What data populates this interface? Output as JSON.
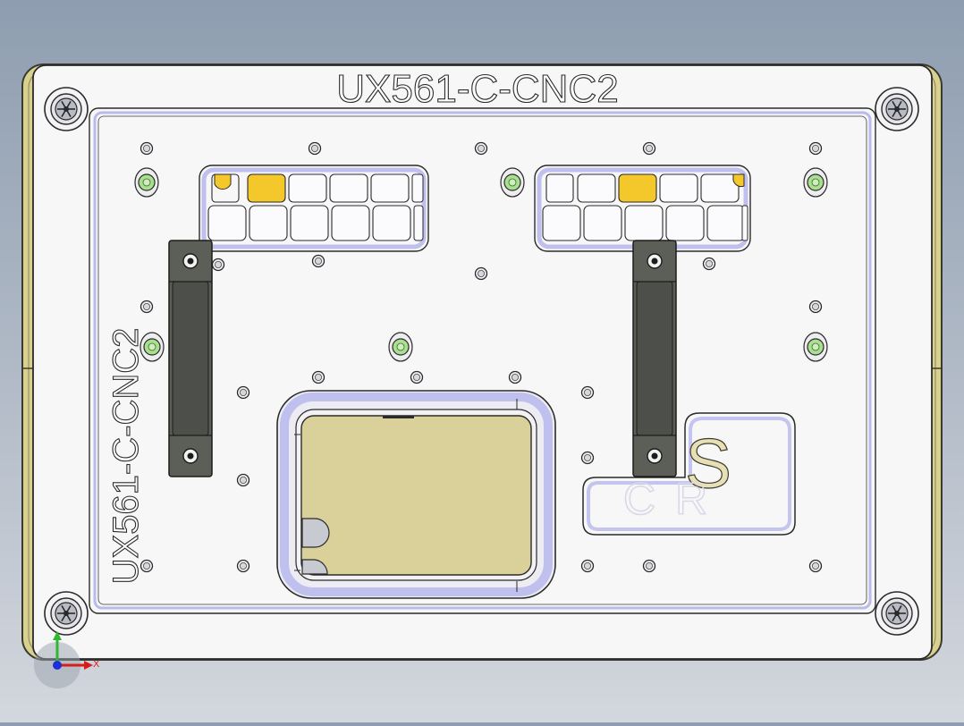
{
  "part": {
    "engraving_top": "UX561-C-CNC2",
    "engraving_left": "UX561-C-CNC2",
    "engraving_logo": "S"
  },
  "triad": {
    "x_label": "X",
    "axis_colors": {
      "x": "#d81b1b",
      "y": "#2fb72f",
      "z": "#1d2fd8"
    }
  },
  "colors": {
    "background_top": "#8e9db0",
    "background_bottom": "#d3d7de",
    "frame": "#d8d08f",
    "plate": "#f7f7f8",
    "pocket_rim": "#bfc0ee",
    "pad": "#d9d09a",
    "clamp": "#5c5f57",
    "pin": "#a9df8e",
    "highlight_cell": "#f4c72a"
  },
  "icons": [
    "corner-screw-icon",
    "locating-pin-icon",
    "hole-icon",
    "clamp-bar-icon",
    "axis-triad-icon"
  ]
}
